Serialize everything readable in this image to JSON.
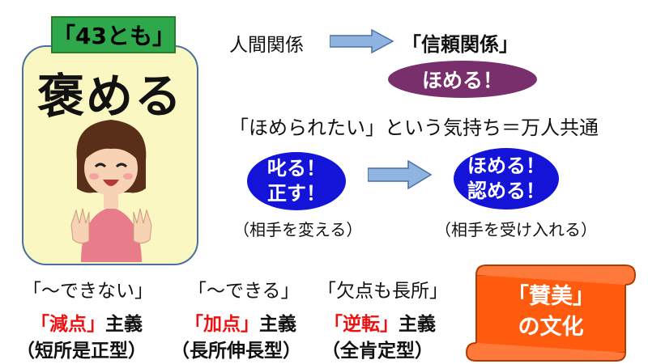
{
  "card": {
    "tag": "「43とも」",
    "title": "褒める"
  },
  "top_row": {
    "left": "人間関係",
    "right": "「信頼関係」"
  },
  "praise_oval": "ほめる！",
  "common_line": "「ほめられたい」という気持ち＝万人共通",
  "left_oval": {
    "line1": "叱る！",
    "line2": "正す！"
  },
  "right_oval": {
    "line1": "ほめる！",
    "line2": "認める！"
  },
  "captions": {
    "left": "（相手を変える）",
    "right": "（相手を受け入れる）"
  },
  "columns": [
    {
      "quote": "「～できない」",
      "red": "「減点」",
      "suffix": "主義",
      "type": "（短所是正型）"
    },
    {
      "quote": "「～できる」",
      "red": "「加点」",
      "suffix": "主義",
      "type": "（長所伸長型）"
    },
    {
      "quote": "「欠点も長所」",
      "red": "「逆転」",
      "suffix": "主義",
      "type": "（全肯定型）"
    }
  ],
  "banner": {
    "line1": "「賛美」",
    "line2": "の文化"
  },
  "colors": {
    "tag_green": "#2ea84a",
    "card_fill": "#fbf7c2",
    "oval_purple": "#7a2f6d",
    "oval_blue": "#1414d8",
    "banner_orange": "#ff5b0f",
    "emphasis_red": "#e11111"
  }
}
